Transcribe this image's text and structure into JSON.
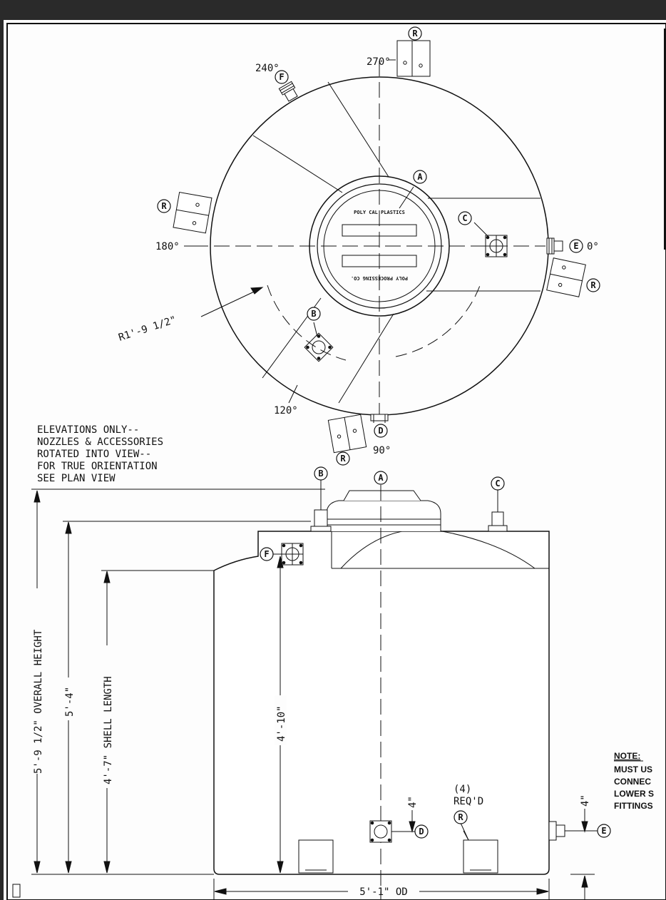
{
  "plan_view": {
    "angles": {
      "a0": "0°",
      "a90": "90°",
      "a120": "120°",
      "a180": "180°",
      "a240": "240°",
      "a270": "270°"
    },
    "radius_label": "R1'-9 1/2\"",
    "lid_top_text": "POLY CAL PLASTICS",
    "lid_bottom_text": "POLY PROCESSING CO."
  },
  "callouts": {
    "A": "A",
    "B": "B",
    "C": "C",
    "D": "D",
    "E": "E",
    "F": "F",
    "R": "R"
  },
  "elevation_note": {
    "line1": "ELEVATIONS ONLY--",
    "line2": "NOZZLES & ACCESSORIES",
    "line3": "ROTATED INTO VIEW--",
    "line4": "FOR TRUE ORIENTATION",
    "line5": "SEE PLAN VIEW"
  },
  "dimensions": {
    "overall_height": "5'-9 1/2\" OVERALL HEIGHT",
    "height_5_4": "5'-4\"",
    "shell_length": "4'-7\" SHELL LENGTH",
    "height_4_10": "4'-10\"",
    "bottom_4_d": "4\"",
    "bottom_4_e": "4\"",
    "od": "5'-1\" OD",
    "req_count": "(4)",
    "req_text": "REQ'D"
  },
  "side_note": {
    "title": "NOTE:",
    "line1": "MUST US",
    "line2": "CONNEC",
    "line3": "LOWER S",
    "line4": "FITTINGS"
  }
}
